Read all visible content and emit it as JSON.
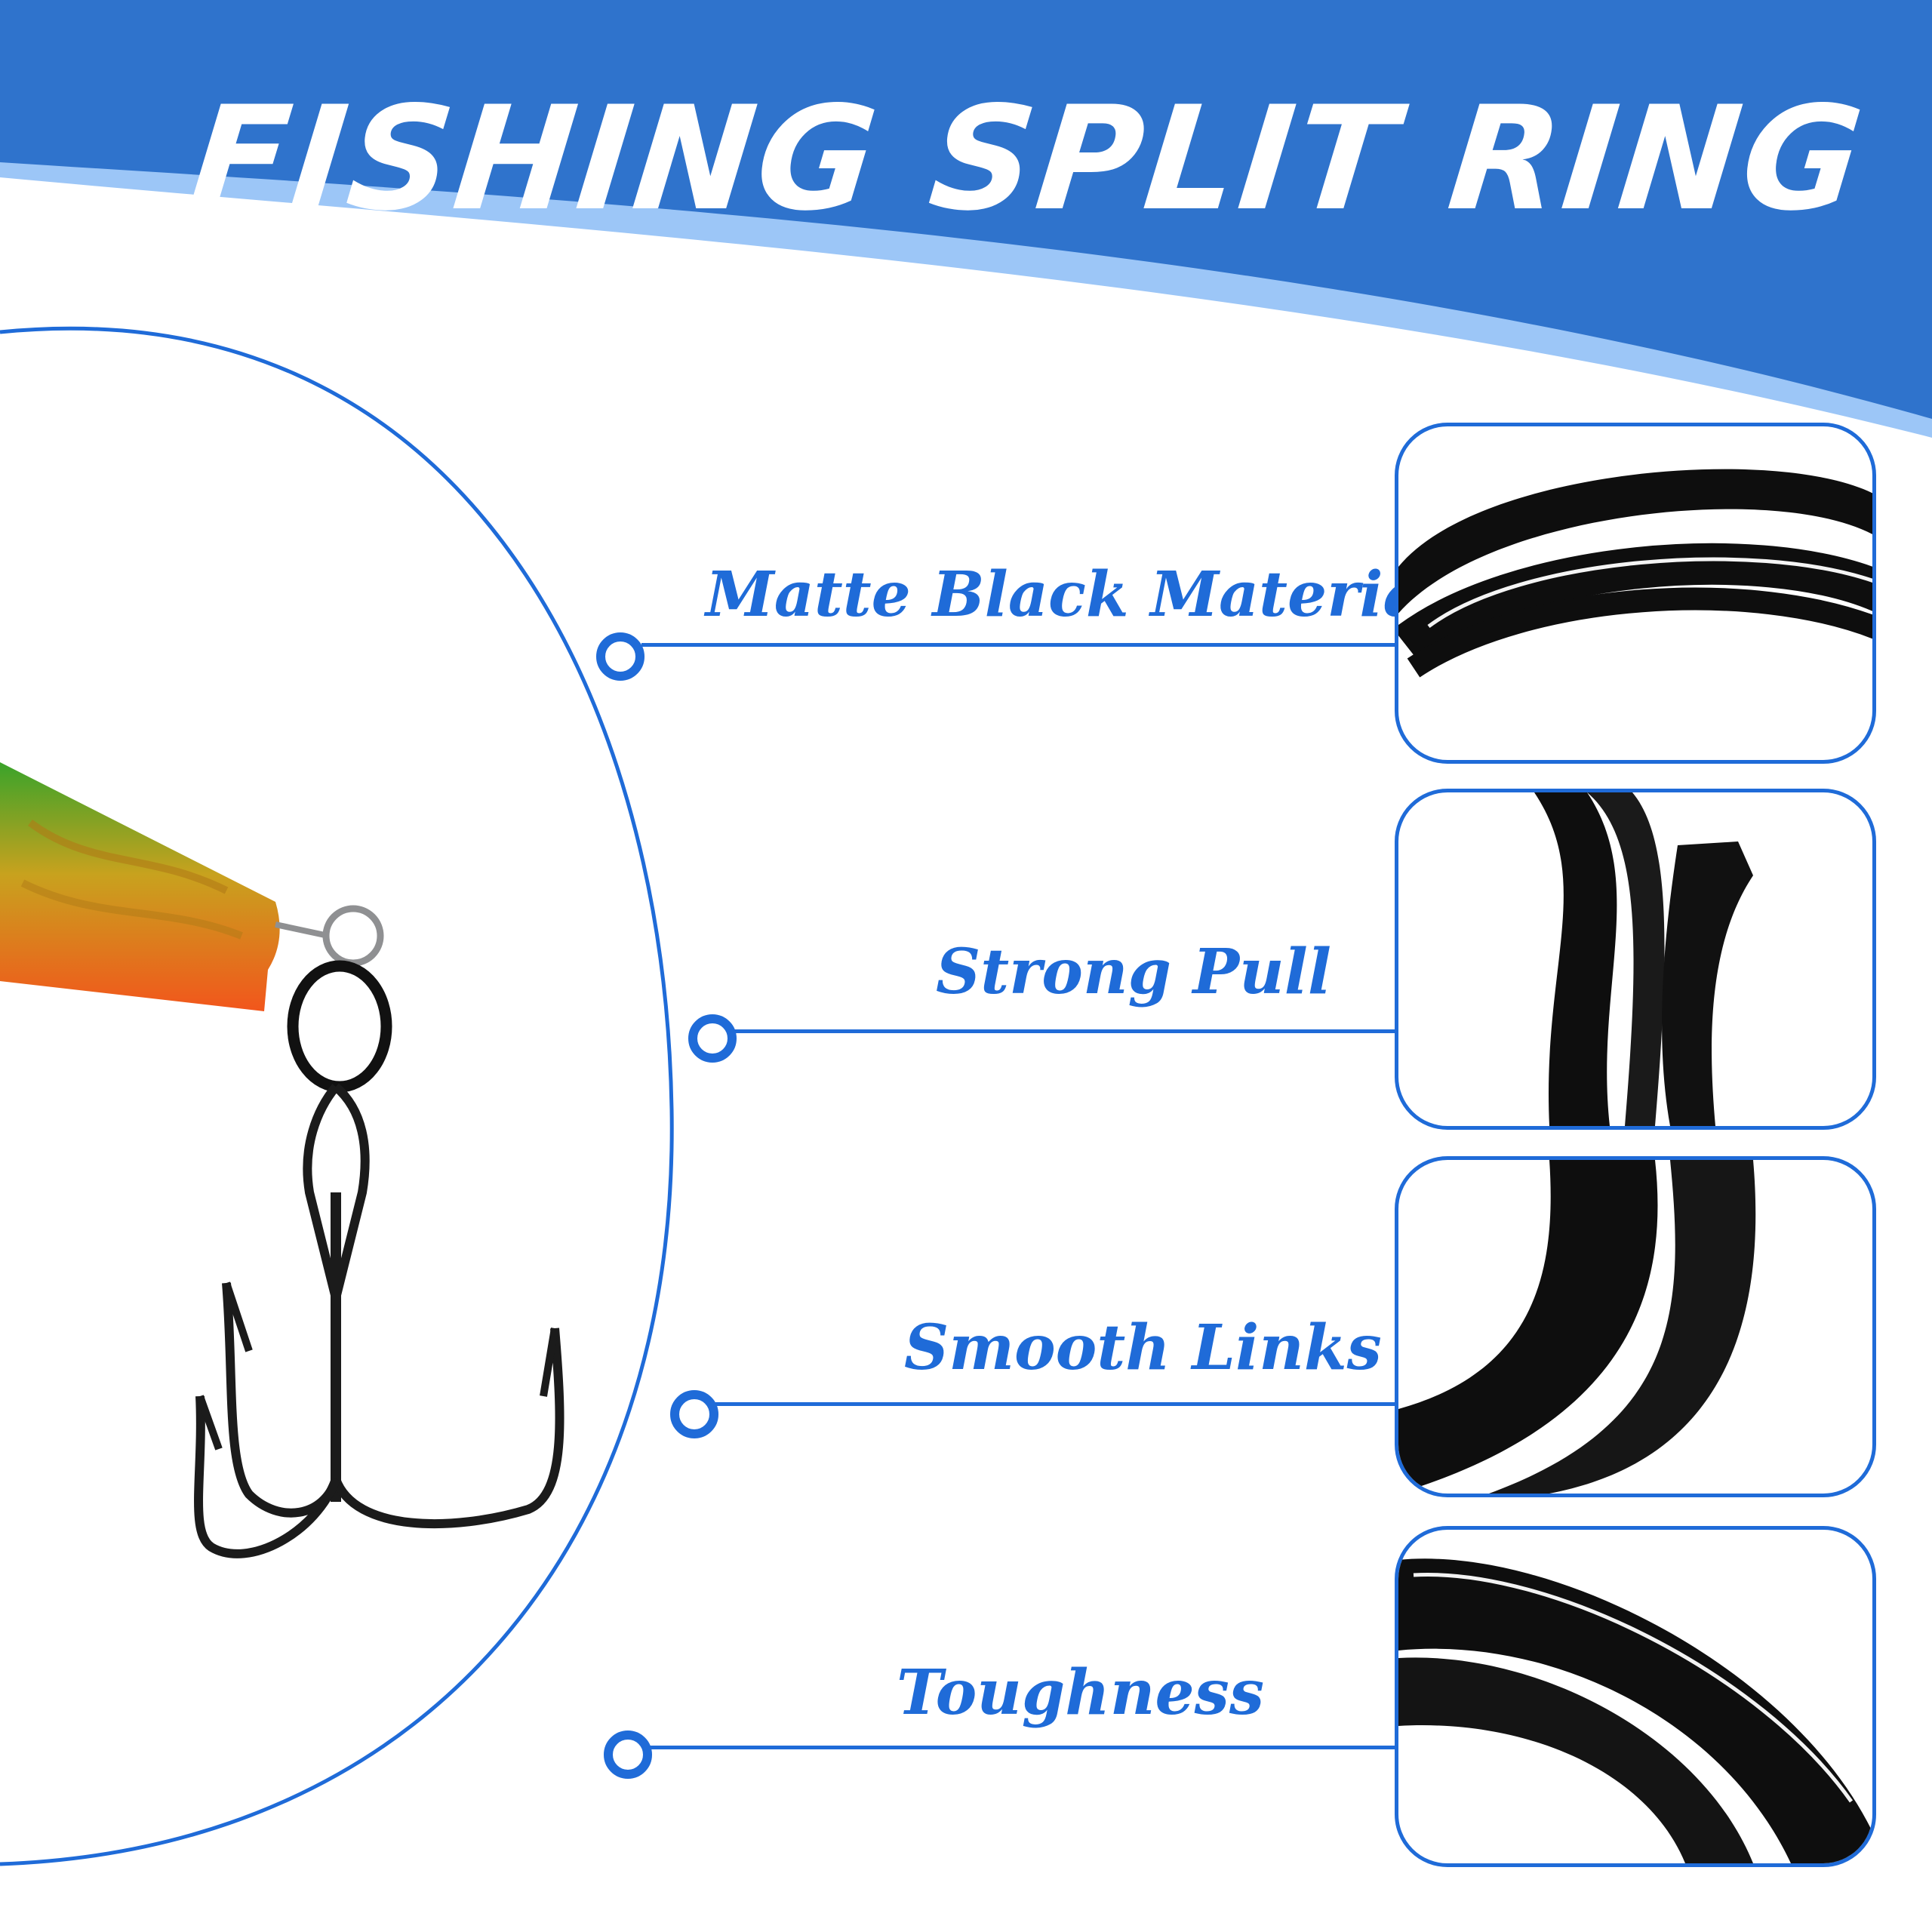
{
  "header": {
    "title": "FISHING SPLIT RING",
    "band_color": "#2f73cc",
    "light_band_color": "#9cc6f7"
  },
  "features": [
    {
      "label": "Matte Black Material"
    },
    {
      "label": "Strong Pull"
    },
    {
      "label": "Smooth Links"
    },
    {
      "label": "Toughness"
    }
  ],
  "accent_color": "#1f6bd8"
}
